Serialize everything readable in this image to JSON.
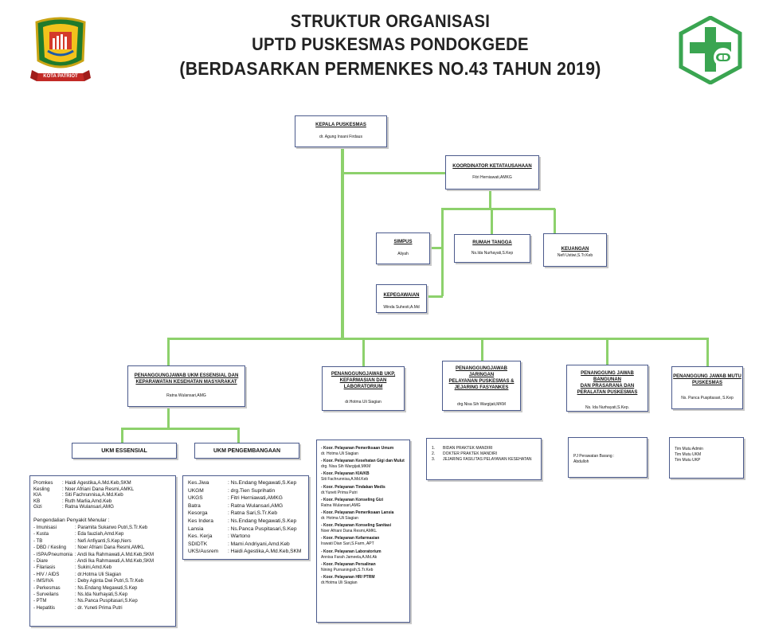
{
  "title": {
    "line1": "STRUKTUR ORGANISASI",
    "line2": "UPTD PUSKESMAS PONDOKGEDE",
    "line3": "(BERDASARKAN PERMENKES NO.43 TAHUN 2019)"
  },
  "logo_left": {
    "banner": "KOTA PATRIOT"
  },
  "colors": {
    "line": "#8dd16c",
    "border": "#4b5a8c",
    "logo_green": "#3aa551"
  },
  "kepala": {
    "title": "KEPALA PUSKESMAS",
    "name": "dr. Agung Insani Firdaus"
  },
  "koordinator": {
    "title": "KOORDINATOR KETATAUSAHAAN",
    "name": "Fitri Herniawati,AMKG"
  },
  "simpus": {
    "title": "SIMPUS",
    "name": "Aliyah"
  },
  "rumah_tangga": {
    "title": "RUMAH TANGGA",
    "name": "Ns.Ida Nurhayati,S.Kep"
  },
  "keuangan": {
    "title": "KEUANGAN",
    "name": "Nefi Ustiwi,S.Tr.Keb"
  },
  "kepegawaian": {
    "title": "KEPEGAWAIAN",
    "name": "Winda Suhesti,A.Md"
  },
  "pj_ukm": {
    "title_1": "PENANGGUNGJAWAB UKM ESSENSIAL DAN",
    "title_2": "KEPARAWATAN KESEHATAN MASYARAKAT",
    "name": "Ratna Wulansari,AMG"
  },
  "pj_ukp": {
    "title_1": "PENANGGUNGJAWAB UKP,",
    "title_2": "KEFARMASIAN DAN",
    "title_3": "LABORATORIUM",
    "name": "dr.Hotma Uli Siagian"
  },
  "pj_jaringan": {
    "title_1": "PENANGGUNGJAWAB JARINGAN",
    "title_2": "PELAYANAN PUSKESMAS &",
    "title_3": "JEJARING FASYANKES",
    "name": "drg.Nisa Sih Wargijati,MKM"
  },
  "pj_bangunan": {
    "title_1": "PENANGGUNG JAWAB BANGUNAN",
    "title_2": "DAN PRASARANA DAN",
    "title_3": "PERALATAN PUSKESMAS",
    "name": "Ns. Ida Nurhayati,S.Kep."
  },
  "pj_mutu": {
    "title_1": "PENANGGUNG JAWAB MUTU",
    "title_2": "PUSKESMAS",
    "name": "Ns. Panca Puspitasari, S.Kep"
  },
  "ukm_essensial": {
    "title": "UKM ESSENSIAL",
    "rows": [
      {
        "k": "Promkes",
        "v": ": Haidi Agestika,A.Md.Keb,SKM"
      },
      {
        "k": "Kesling",
        "v": ": Noer Afriani Dana Resmi,AMKL"
      },
      {
        "k": "KIA",
        "v": ": Siti Fachrunnisa,A.Md.Keb"
      },
      {
        "k": "KB",
        "v": ": Ruth Marlia,Amd.Keb"
      },
      {
        "k": "Gizi",
        "v": ": Ratna Wulansari,AMG"
      }
    ],
    "p2m_title": "Pengendalian Penyakit Menular    :",
    "p2m_rows": [
      {
        "k": "- Imunisasi",
        "v": ": Paramita Sukarwo Putri,S.Tr.Keb"
      },
      {
        "k": "- Kusta",
        "v": ": Eda fauziah,Amd.Kep"
      },
      {
        "k": "- TB",
        "v": ": Nefi Anfiyanti,S.Kep,Ners"
      },
      {
        "k": "- DBD / Kesling",
        "v": ": Noer Afriani Dana Resmi,AMKL"
      },
      {
        "k": "- ISPA/Pneumonia",
        "v": ": Andi Ika Rahmawati,A.Md.Keb,SKM"
      },
      {
        "k": "- Diare",
        "v": ": Andi Ika Rahmawati,A.Md.Keb,SKM"
      },
      {
        "k": "- Filariasis",
        "v": ": Sukini,Amd.Keb"
      },
      {
        "k": "- HIV / AIDS",
        "v": ": dr.Hotma Uli Siagian"
      },
      {
        "k": "- IMS/IVA",
        "v": ": Deby Aginta Dwi Putri,S.Tr.Keb"
      },
      {
        "k": "- Perkesmas",
        "v": ": Ns.Endang Megawati,S.Kep"
      },
      {
        "k": "- Surveilans",
        "v": ": Ns.Ida Nurhayati,S.Kep"
      },
      {
        "k": "- PTM",
        "v": ": Ns.Panca Puspitasari,S.Kep"
      },
      {
        "k": "- Hepatitis",
        "v": ": dr. Yuneti Prima Putri"
      }
    ]
  },
  "ukm_pengembangan": {
    "title": "UKM PENGEMBANGAAN",
    "rows": [
      {
        "k": "Kes.Jiwa",
        "v": ": Ns.Endang Megawati,S.Kep"
      },
      {
        "k": "UKGM",
        "v": ": drg.Tien Suprihatin"
      },
      {
        "k": "UKGS",
        "v": ": Fitri Herniawati,AMKG"
      },
      {
        "k": "Batra",
        "v": ": Ratna Wulansari,AMG"
      },
      {
        "k": "Kesorga",
        "v": ": Ratna Sari,S.Tr.Keb"
      },
      {
        "k": "Kes Indera",
        "v": ": Ns.Endang Megawati,S.Kep"
      },
      {
        "k": "Lansia",
        "v": ": Ns.Panca Puspitasari,S.Kep"
      },
      {
        "k": "Kes. Kerja",
        "v": ": Wartono"
      },
      {
        "k": "SDIDTK",
        "v": ": Mami Andriyani,Amd.Keb"
      },
      {
        "k": "UKS/Ausrem",
        "v": ": Haidi Agestika,A.Md.Keb,SKM"
      }
    ]
  },
  "ukp_list": [
    {
      "h": "- Koor. Pelayanan Pemeriksaan  Umum",
      "n": "dr. Hotma Uli Siagian"
    },
    {
      "h": "- Koor. Pelayanan Kesehatan Gigi dan Mulut",
      "n": "drg. Nisa  Sih Wargijati,MKM"
    },
    {
      "h": "- Koor. Pelayanan KIA/KB",
      "n": "Siti Fachrunnisa,A.Md.Keb"
    },
    {
      "h": "- Koor. Pelayanan Tindakan Medis",
      "n": "dr.Yuneti Prima Putri"
    },
    {
      "h": "- Koor. Pelayanan Konseling Gizi",
      "n": "Ratna Wulansari,AMG"
    },
    {
      "h": "- Koor. Pelayanan Pemeriksaan Lansia",
      "n": "dr. Hotma Uli Siagian"
    },
    {
      "h": "- Koor. Pelayanan Konseling Sanitasi",
      "n": "Noer Afriani Dana Resmi,AMKL"
    },
    {
      "h": "- Koor. Pelayanan Kefarmasian",
      "n": "Irawati Dian Sari,S.Farm, APT"
    },
    {
      "h": "- Koor. Pelayanan Laboratorium",
      "n": "Annisa Farah Jameela,A.Md.Ak"
    },
    {
      "h": "- Koor. Pelayanan Persalinan",
      "n": "Nining Purnaningsih,S.Tr.Keb"
    },
    {
      "h": "- Koor. Pelayanan HR/ PTRM",
      "n": "dr.Hotma Uli Siagian"
    }
  ],
  "jaringan_list": [
    {
      "no": "1.",
      "text": "BIDAN PRAKTEK MANDIRI"
    },
    {
      "no": "2.",
      "text": "DOKTER PRAKTEK MANDIRI"
    },
    {
      "no": "3.",
      "text": "JEJARING FASILITAS  PELAYANAN  KESEHATAN"
    }
  ],
  "bangunan_list": {
    "line1": "PJ Perawatan Barang  :",
    "line2": "Abdulloh"
  },
  "mutu_list": [
    "Tim Mutu Admin",
    "Tim Mutu UKM",
    "Tim Mutu UKP"
  ]
}
